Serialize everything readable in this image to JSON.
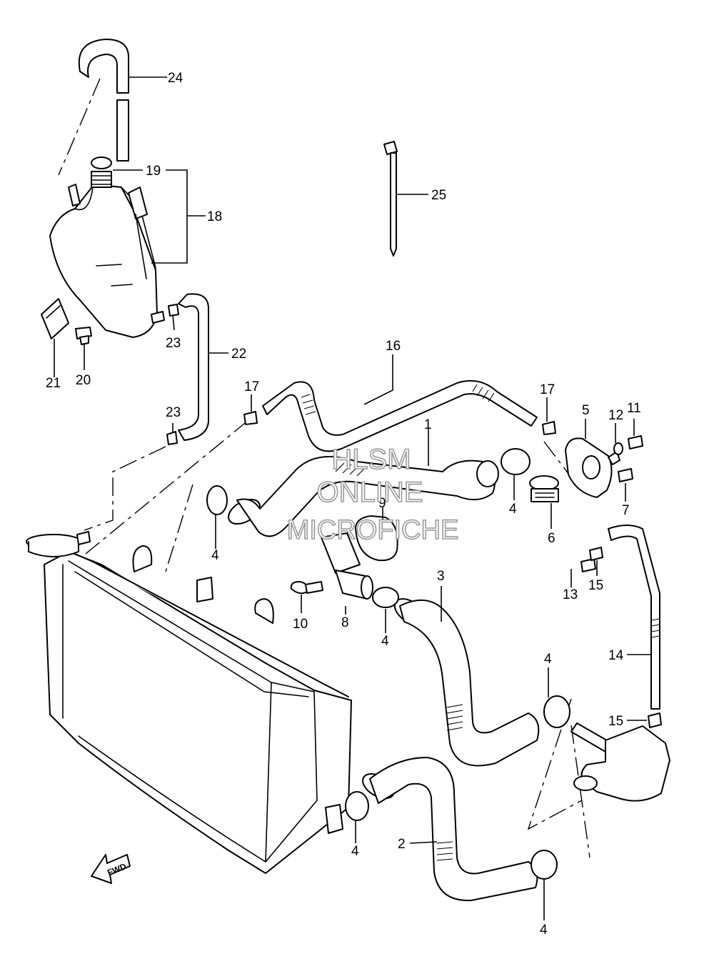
{
  "callouts": {
    "c1": "1",
    "c2": "2",
    "c3": "3",
    "c4a": "4",
    "c4b": "4",
    "c4c": "4",
    "c4d": "4",
    "c4e": "4",
    "c4f": "4",
    "c5": "5",
    "c6": "6",
    "c7": "7",
    "c8": "8",
    "c9": "9",
    "c10": "10",
    "c11": "11",
    "c12": "12",
    "c13": "13",
    "c14": "14",
    "c15a": "15",
    "c15b": "15",
    "c16": "16",
    "c17a": "17",
    "c17b": "17",
    "c18": "18",
    "c19": "19",
    "c20": "20",
    "c21": "21",
    "c22": "22",
    "c23a": "23",
    "c23b": "23",
    "c24": "24",
    "c25": "25"
  },
  "watermark": {
    "line1": "HLSM",
    "line2": "ONLINE",
    "line3": "MICROFICHE"
  },
  "fwd_label": "FWD"
}
